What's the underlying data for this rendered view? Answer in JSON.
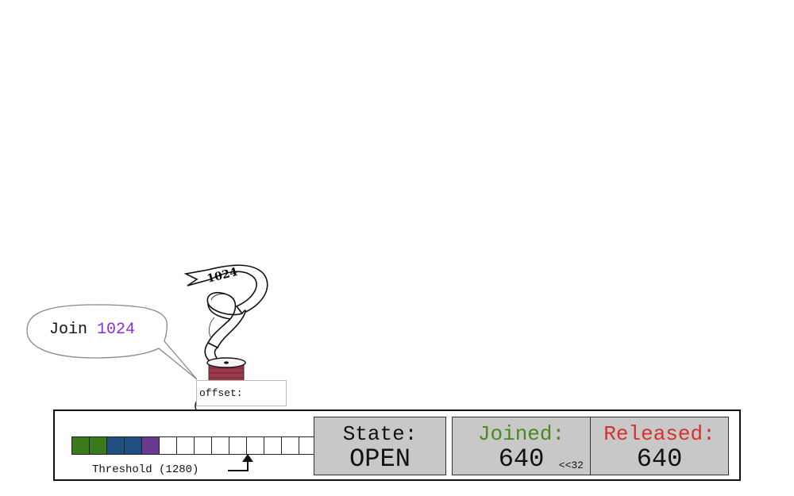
{
  "bubble": {
    "prefix": "Join",
    "number": "1024",
    "number_color": "#8a2be2"
  },
  "ribbon": {
    "number": "1024"
  },
  "offset": {
    "label": "offset:"
  },
  "buffer": {
    "cells": [
      {
        "color": "#3a7a1c"
      },
      {
        "color": "#3a7a1c"
      },
      {
        "color": "#1f4f7f"
      },
      {
        "color": "#1f4f7f"
      },
      {
        "color": "#6a3a90"
      },
      {
        "color": "#ffffff"
      },
      {
        "color": "#ffffff"
      },
      {
        "color": "#ffffff"
      },
      {
        "color": "#ffffff"
      },
      {
        "color": "#ffffff"
      },
      {
        "color": "#ffffff"
      },
      {
        "color": "#ffffff"
      },
      {
        "color": "#ffffff"
      },
      {
        "color": "#ffffff"
      },
      {
        "color": "#ffffff"
      }
    ],
    "threshold_label": "Threshold (1280)"
  },
  "state": {
    "label": "State:",
    "value": "OPEN"
  },
  "joined": {
    "label": "Joined:",
    "value": "640",
    "note": "<<32",
    "color": "#4a8a1a"
  },
  "released": {
    "label": "Released:",
    "value": "640",
    "color": "#d63030"
  }
}
